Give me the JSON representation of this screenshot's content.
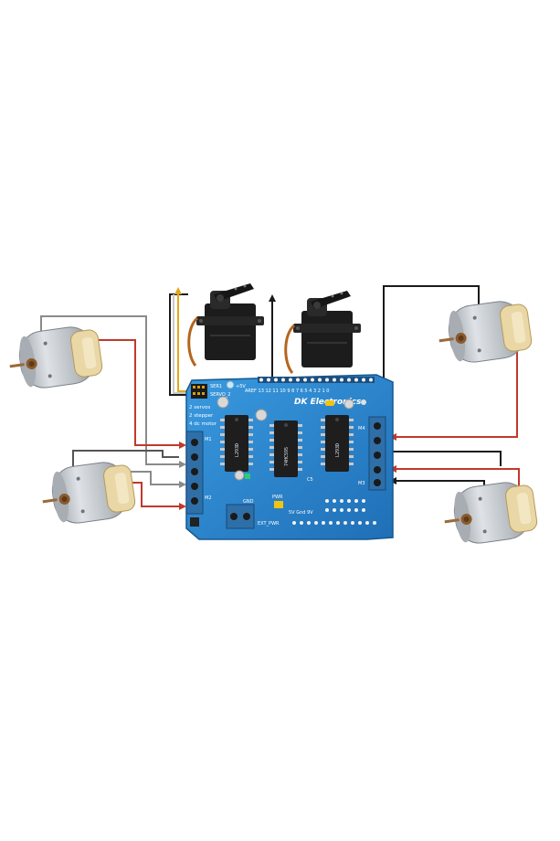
{
  "board": {
    "brand": "DK Electronics",
    "servo_header_1": "SER1",
    "servo_header_2": "SERVO_2",
    "voltage_mark": "+5V",
    "pin_numbers": "AREF 13 12 11 10 9 8 7 6 5 4 3 2 1 0",
    "note_line_1": "2 servos",
    "note_line_2": "2 stepper",
    "note_line_3": "4 dc motor",
    "chip_1": "L293D",
    "chip_2": "74HC595",
    "chip_3": "L293D",
    "cap_label": "C5",
    "m1_label": "M1",
    "m2_label": "M2",
    "m3_label": "M3",
    "m4_label": "M4",
    "ext_pwr_label": "EXT_PWR",
    "gnd_label": "GND",
    "pwr_label": "PWR",
    "power_pins_label": "5V Gnd 9V"
  },
  "colors": {
    "board_blue": "#2a8bd4",
    "wire_red": "#c0392b",
    "wire_black": "#1a1a1a",
    "wire_gray": "#8a8a8a",
    "servo_body": "#1c1c1c",
    "motor_silver": "#b7bcc2"
  },
  "components": {
    "dc_motors": [
      "dc-motor-top-left",
      "dc-motor-bottom-left",
      "dc-motor-top-right",
      "dc-motor-bottom-right"
    ],
    "servos": [
      "servo-left",
      "servo-right"
    ]
  }
}
